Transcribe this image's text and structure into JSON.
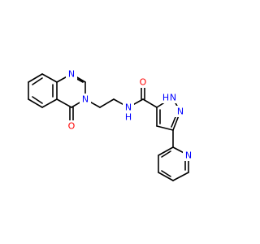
{
  "colors": {
    "background": "#ffffff",
    "bond": "#000000",
    "nitrogen": "#0000ff",
    "oxygen": "#ff0000"
  },
  "labels": {
    "n_quinazoline_top": "N",
    "n_quinazoline_3": "N",
    "o_carbonyl_left": "O",
    "amide_nh": "N",
    "amide_nh_h": "H",
    "o_carbonyl_right": "O",
    "pyrazole_nh": "N",
    "pyrazole_nh_h": "H",
    "pyrazole_n2": "N",
    "pyridine_n": "N"
  }
}
